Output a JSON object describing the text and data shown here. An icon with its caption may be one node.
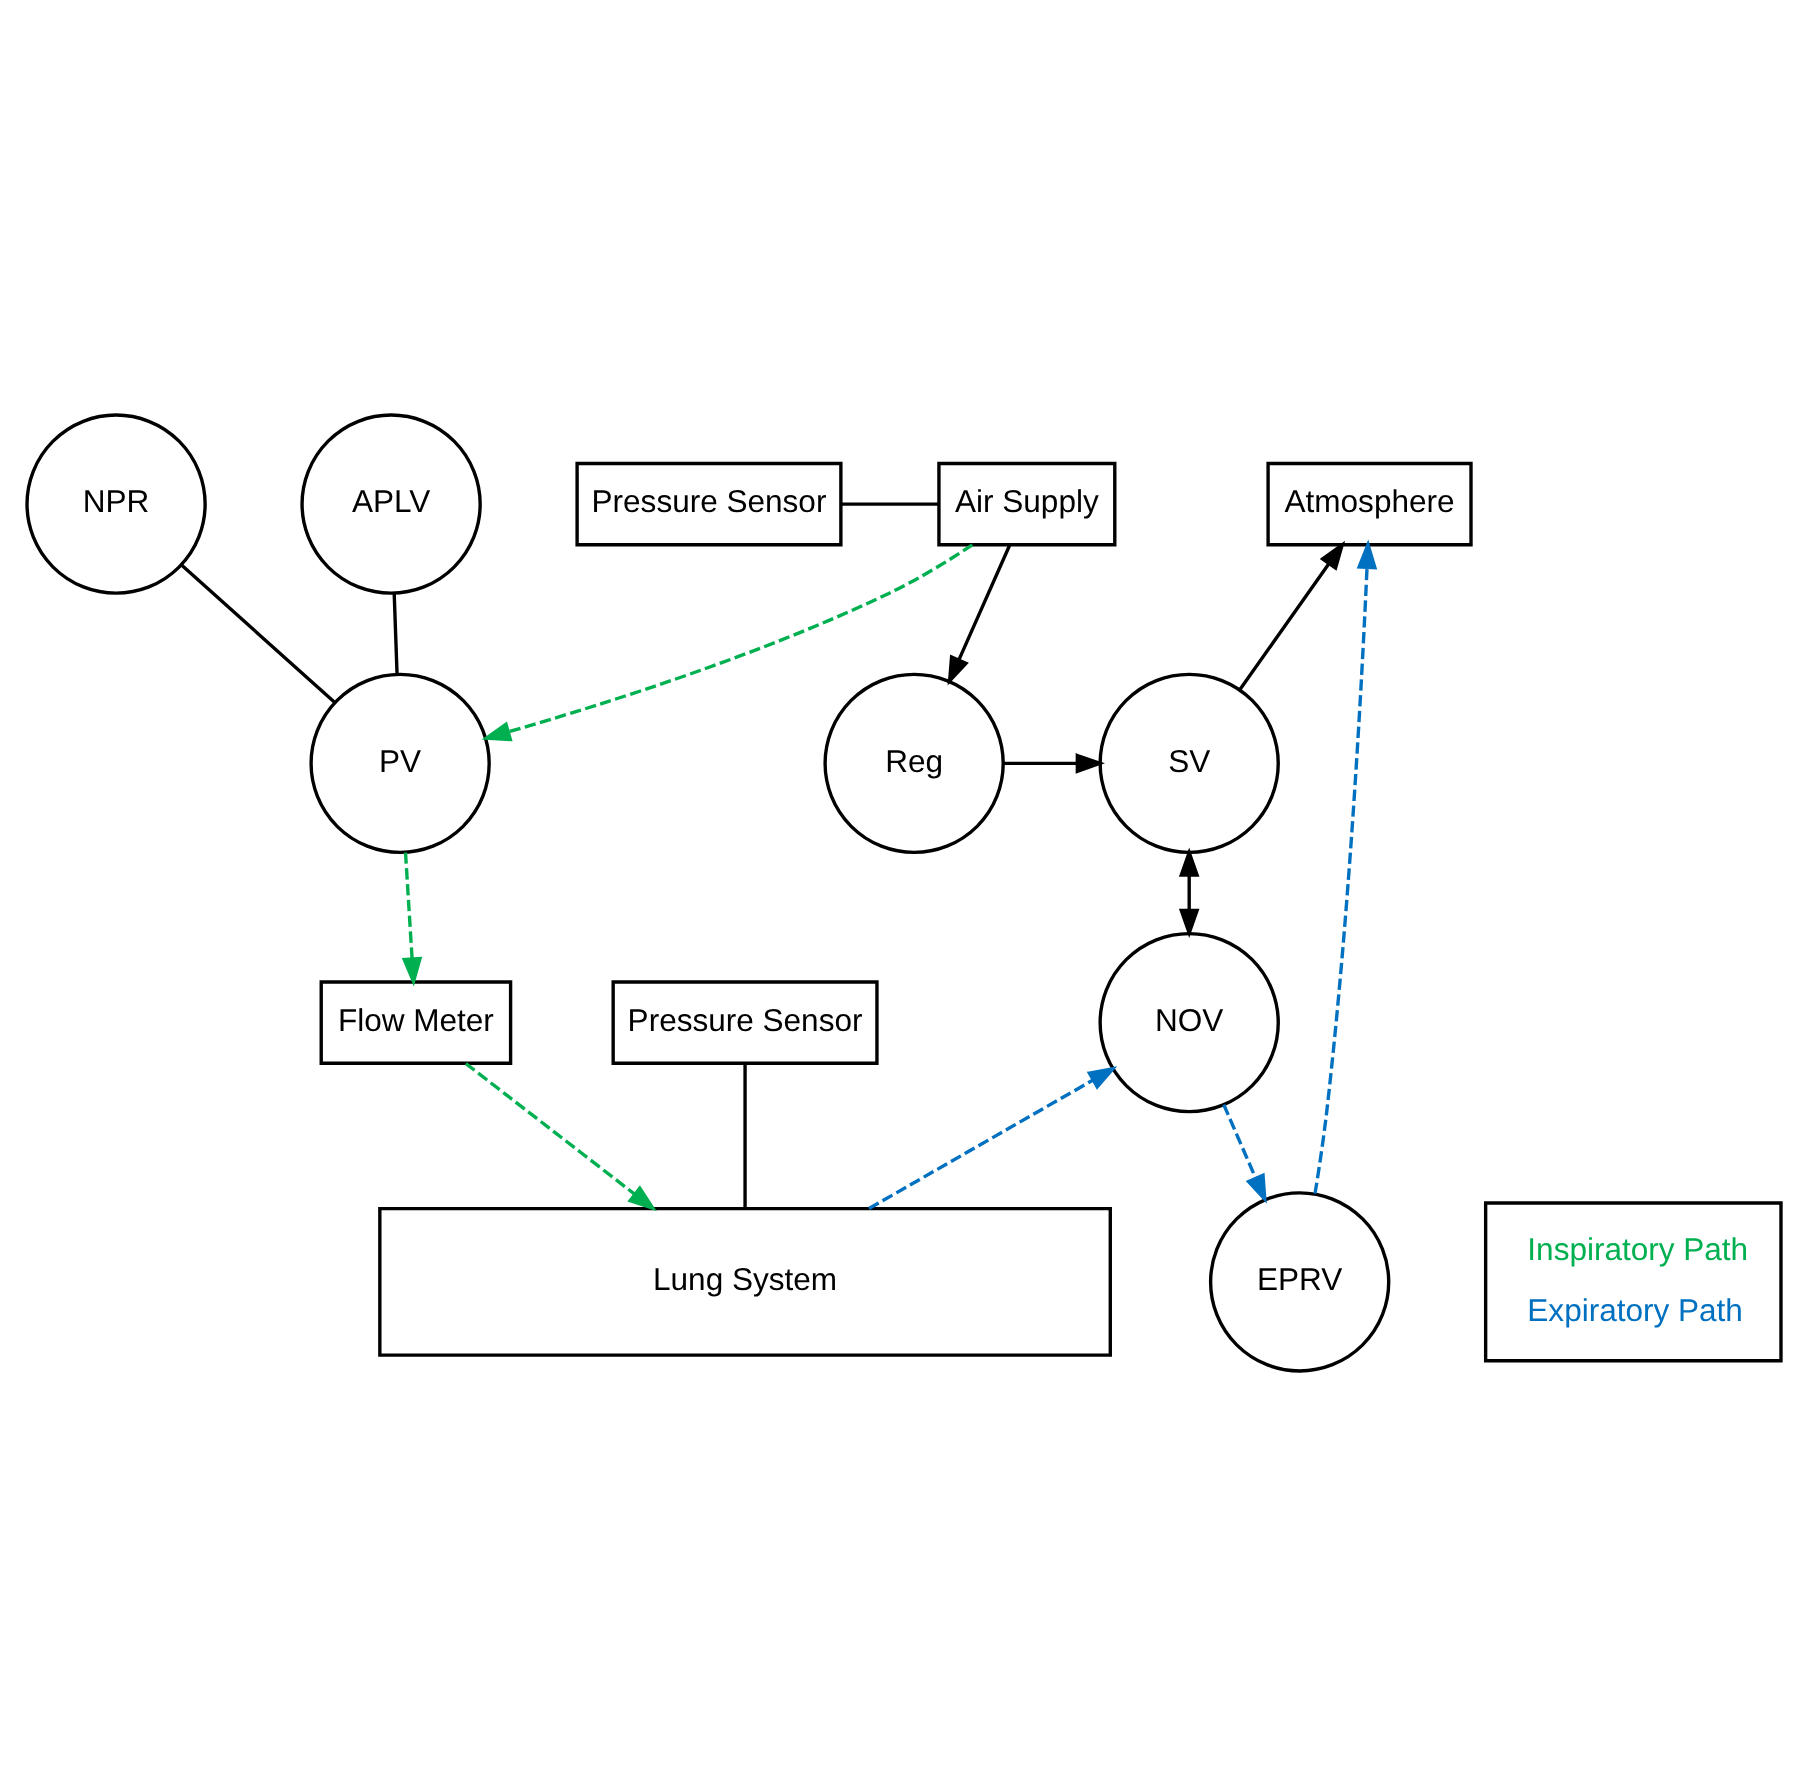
{
  "diagram": {
    "nodes": [
      {
        "text": [
          "Air Supply"
        ]
      },
      {
        "text": [
          "Pressure Sensor"
        ]
      },
      {
        "text": [
          "Reg"
        ]
      },
      {
        "text": [
          "SV"
        ]
      },
      {
        "text": [
          "Atmosphere"
        ]
      },
      {
        "text": [
          "PV"
        ]
      },
      {
        "text": [
          "EPRV"
        ]
      },
      {
        "text": [
          "APLV"
        ]
      },
      {
        "text": [
          "NPR"
        ]
      },
      {
        "text": [
          "NOV"
        ]
      },
      {
        "text": [
          "Flow Meter"
        ]
      },
      {
        "text": [
          "Pressure Sensor"
        ]
      },
      {
        "text": [
          "Lung System"
        ]
      }
    ],
    "edges": [
      {
        "from": 0,
        "to": 5,
        "arrow": "to",
        "style": "dashed",
        "color": "#00b050"
      },
      {
        "from": 1,
        "to": 0,
        "arrow": "none"
      },
      {
        "from": 0,
        "to": 2,
        "arrow": "to"
      },
      {
        "from": 2,
        "to": 3,
        "arrow": "to"
      },
      {
        "from": 3,
        "to": 4,
        "arrow": "to"
      },
      {
        "from": 3,
        "to": 9,
        "arrow": "both"
      },
      {
        "from": 5,
        "to": 10,
        "arrow": "to",
        "style": "dashed",
        "color": "#00b050"
      },
      {
        "from": 7,
        "to": 5,
        "arrow": "none"
      },
      {
        "from": 8,
        "to": 5,
        "arrow": "none"
      },
      {
        "from": 10,
        "to": 12,
        "arrow": "to",
        "style": "dashed",
        "color": "#00b050"
      },
      {
        "from": 11,
        "to": 12,
        "arrow": "none"
      },
      {
        "from": 12,
        "to": 9,
        "arrow": "to",
        "style": "dashed",
        "color": "#0070c0"
      },
      {
        "from": 9,
        "to": 6,
        "arrow": "to",
        "style": "dashed",
        "color": "#0070c0"
      },
      {
        "from": 6,
        "to": 4,
        "arrow": "to",
        "style": "dashed",
        "color": "#0070c0"
      }
    ],
    "legend": [
      {
        "text": "Inspiratory Path",
        "color": "#00b050"
      },
      {
        "text": "Expiratory Path",
        "color": "#0070c0"
      }
    ]
  }
}
